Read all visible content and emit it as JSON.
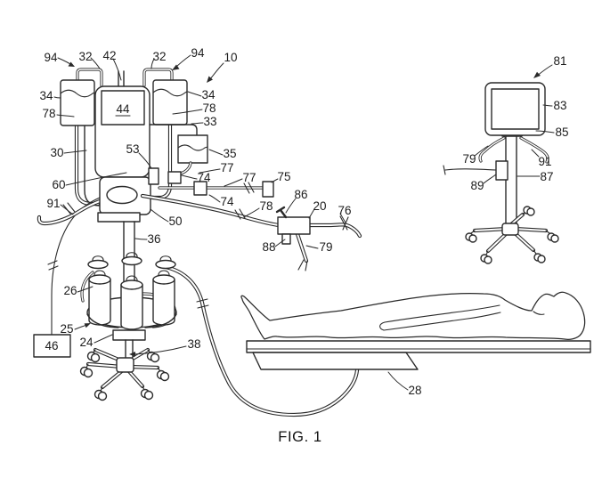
{
  "figure": {
    "caption": "FIG. 1"
  },
  "labels": {
    "ref_94_left": "94",
    "ref_32_left": "32",
    "ref_42": "42",
    "ref_32_right": "32",
    "ref_94_right": "94",
    "ref_10": "10",
    "ref_34_left": "34",
    "ref_78_left": "78",
    "ref_34_right": "34",
    "ref_78_right": "78",
    "ref_33": "33",
    "ref_30": "30",
    "ref_44": "44",
    "ref_53": "53",
    "ref_35": "35",
    "ref_77_upper": "77",
    "ref_74_upper": "74",
    "ref_77_lower": "77",
    "ref_75": "75",
    "ref_74_lower": "74",
    "ref_60": "60",
    "ref_91_left": "91",
    "ref_50": "50",
    "ref_36": "36",
    "ref_78_mid": "78",
    "ref_86": "86",
    "ref_20": "20",
    "ref_76": "76",
    "ref_88": "88",
    "ref_79_mid": "79",
    "ref_26": "26",
    "ref_25": "25",
    "ref_46": "46",
    "ref_24": "24",
    "ref_38": "38",
    "ref_28": "28",
    "ref_81": "81",
    "ref_83": "83",
    "ref_85": "85",
    "ref_79_right": "79",
    "ref_91_right": "91",
    "ref_87": "87",
    "ref_89": "89"
  },
  "colors": {
    "line": "#2a2a2a",
    "background": "#ffffff"
  }
}
